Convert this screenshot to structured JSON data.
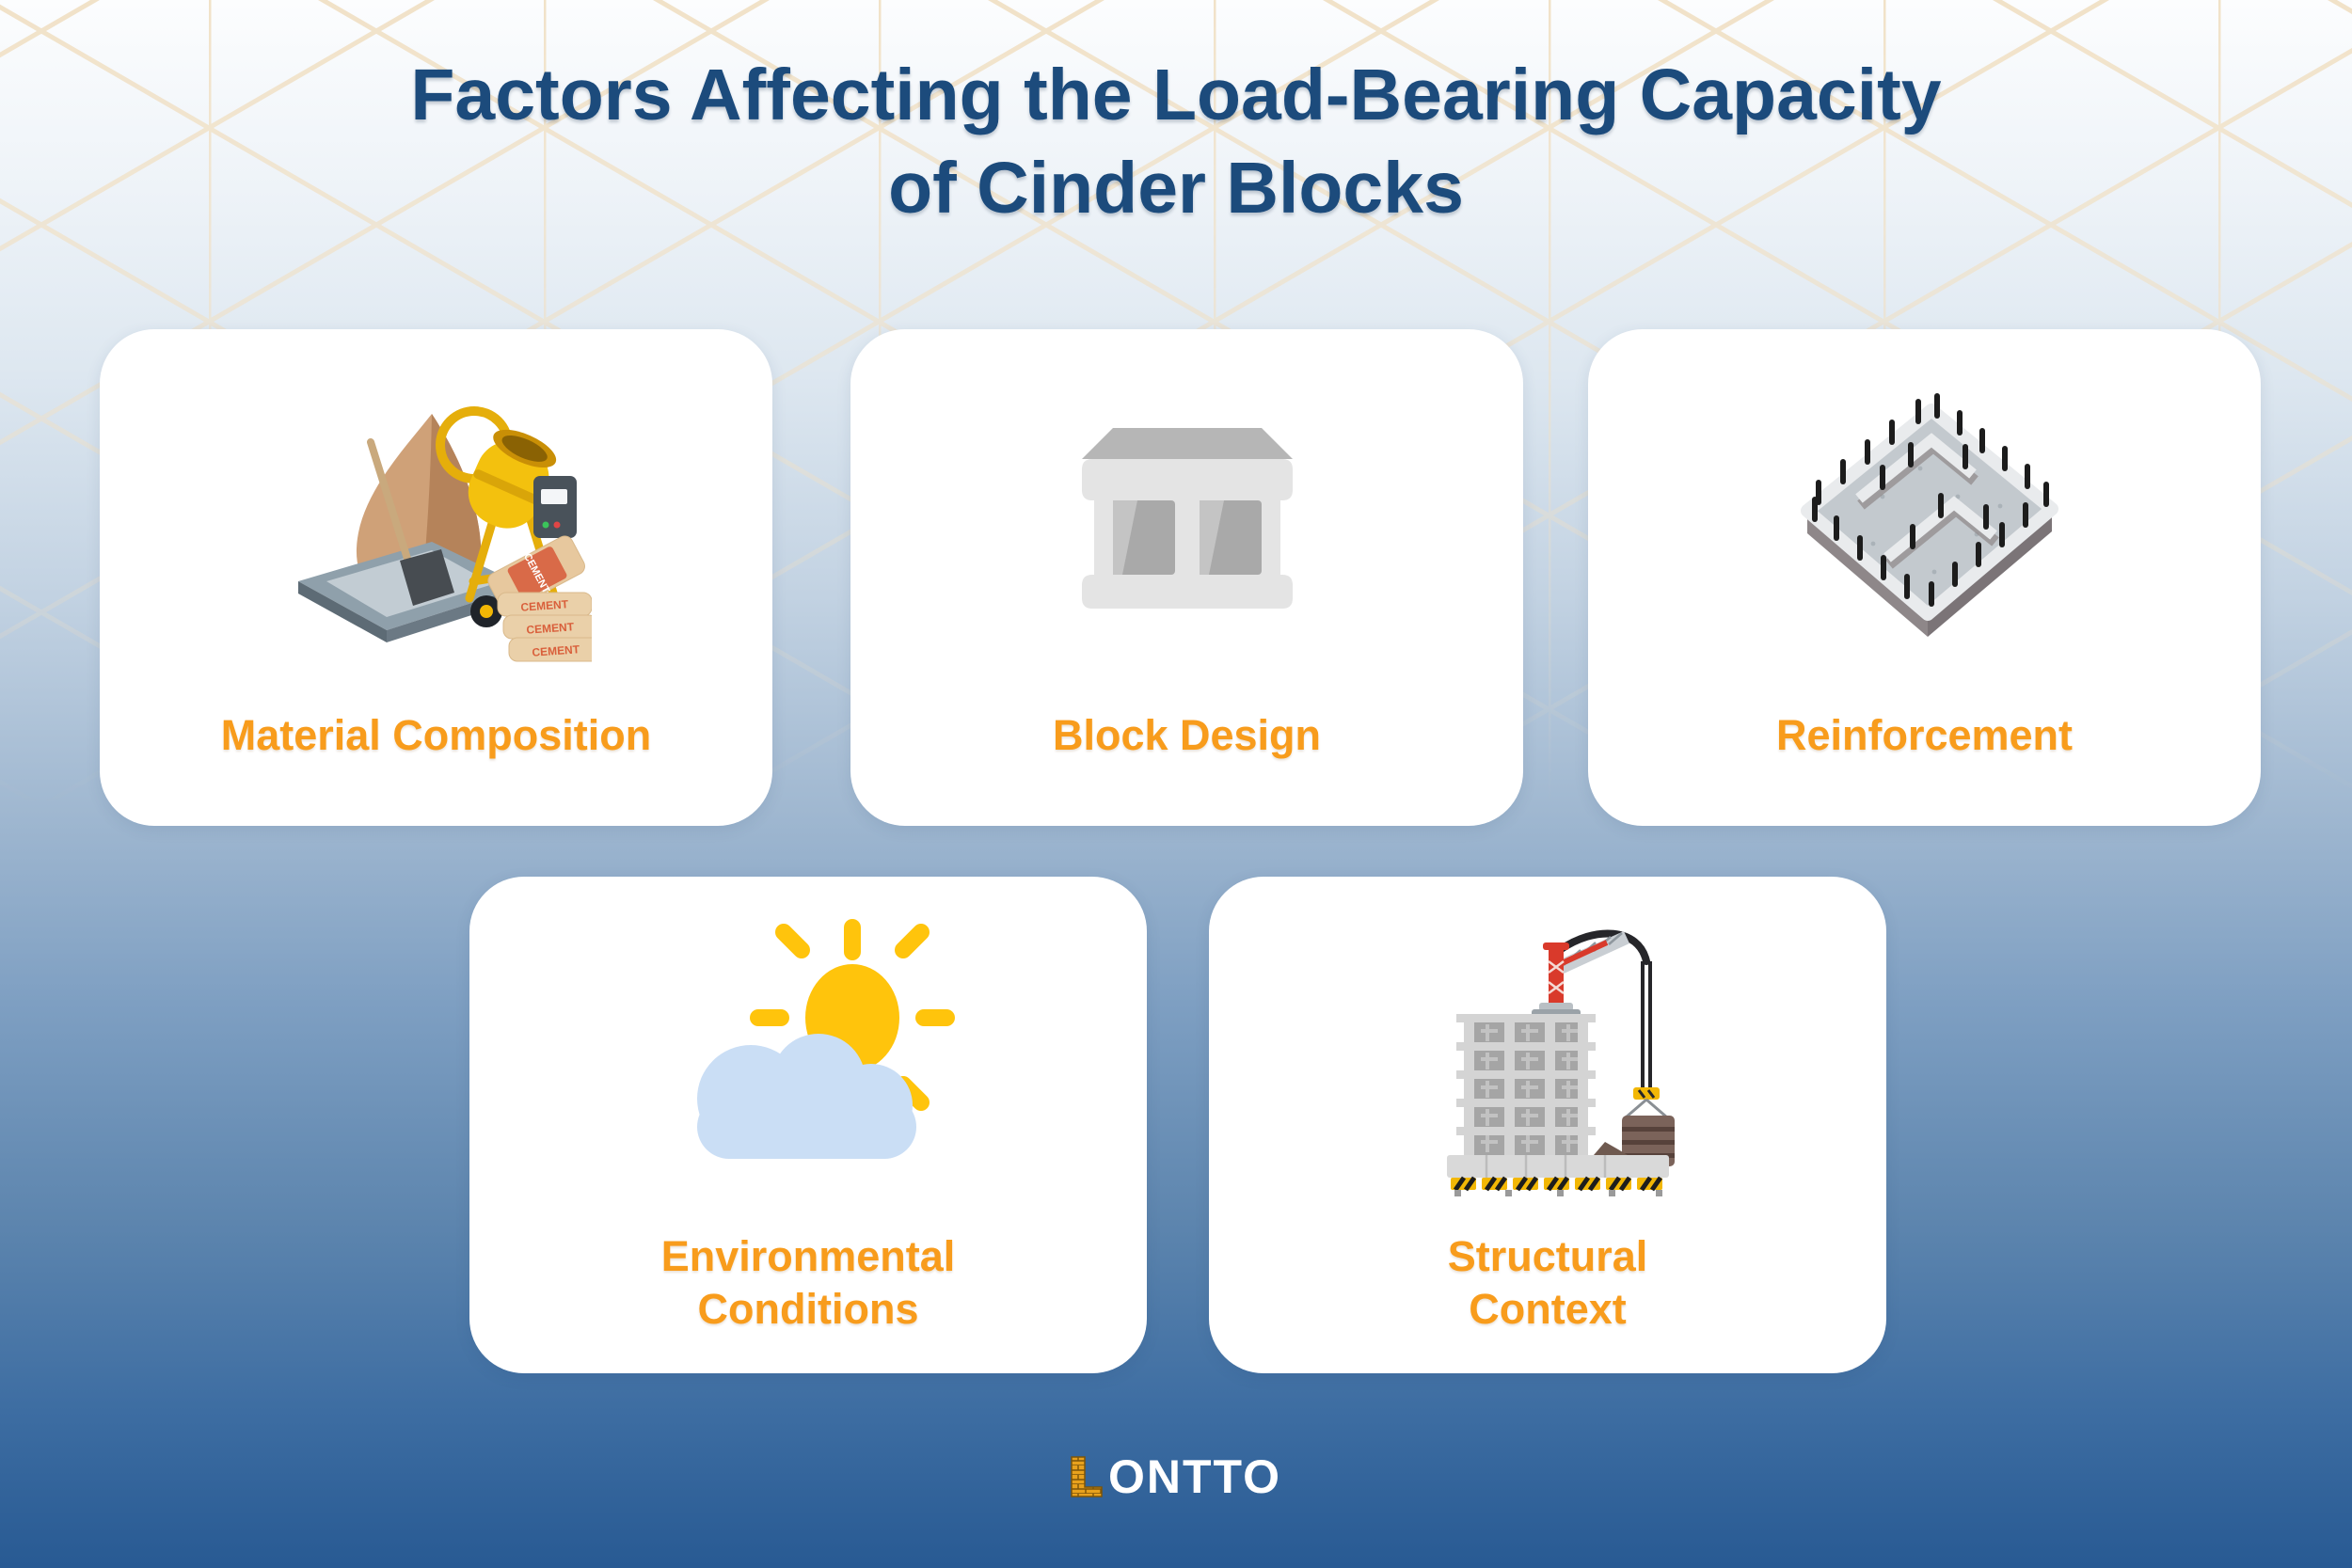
{
  "title": {
    "line1": "Factors Affecting the Load-Bearing Capacity",
    "line2": "of Cinder Blocks"
  },
  "cards": [
    {
      "id": "material-composition",
      "label": "Material Composition",
      "icon": "cement-mixer-icon"
    },
    {
      "id": "block-design",
      "label": "Block Design",
      "icon": "cinder-block-icon"
    },
    {
      "id": "reinforcement",
      "label": "Reinforcement",
      "icon": "foundation-rebar-icon"
    },
    {
      "id": "environmental-conditions",
      "label": "Environmental Conditions",
      "icon": "sun-cloud-icon"
    },
    {
      "id": "structural-context",
      "label": "Structural Context",
      "icon": "building-crane-icon"
    }
  ],
  "illustrations": {
    "cement_bag_label": "CEMENT"
  },
  "logo": {
    "brick_letter": "L",
    "rest": "ONTTO"
  },
  "colors": {
    "title_navy": "#1c4b7c",
    "label_orange": "#f89c1c",
    "background_top": "#fcfdfe",
    "background_bottom": "#285a93",
    "card_background": "#ffffff",
    "pattern_cream": "#f0e0c5",
    "logo_brick_orange": "#e8a11d",
    "logo_text_white": "#ffffff"
  }
}
